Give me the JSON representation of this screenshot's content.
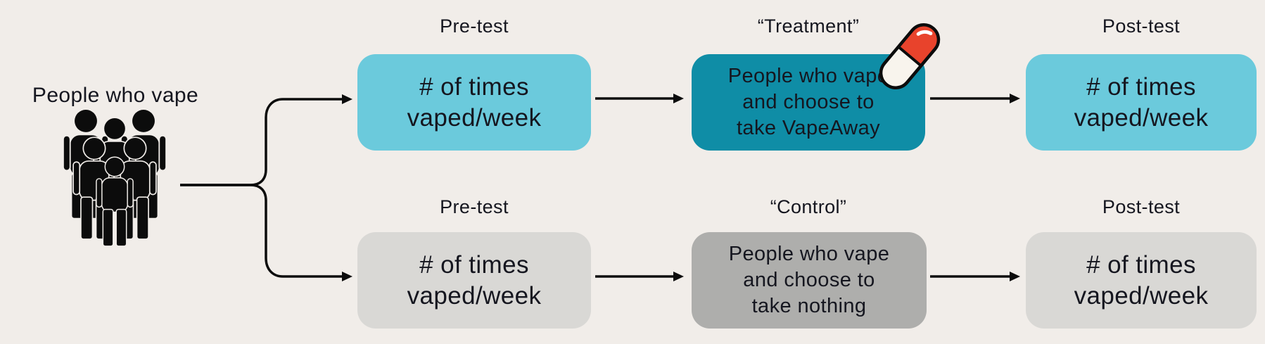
{
  "colors": {
    "bg": "#f1ede9",
    "blue": "#6bcadc",
    "teal": "#0f8da6",
    "grayLight": "#d9d8d5",
    "grayDark": "#aeaeac",
    "ink": "#15161f",
    "line": "#0c0c0c",
    "pillRed": "#e8432c",
    "pillCream": "#f8f4ed"
  },
  "population": {
    "label": "People who vape"
  },
  "treatment_row": {
    "pretest_label": "Pre-test",
    "pretest_text": "# of times\nvaped/week",
    "condition_label": "“Treatment”",
    "condition_text": "People who vape\nand choose to\ntake VapeAway",
    "posttest_label": "Post-test",
    "posttest_text": "# of times\nvaped/week"
  },
  "control_row": {
    "pretest_label": "Pre-test",
    "pretest_text": "# of times\nvaped/week",
    "condition_label": "“Control”",
    "condition_text": "People who vape\nand choose to\ntake nothing",
    "posttest_label": "Post-test",
    "posttest_text": "# of times\nvaped/week"
  },
  "icons": {
    "crowd": "crowd-of-people",
    "pill": "medicine-capsule"
  }
}
